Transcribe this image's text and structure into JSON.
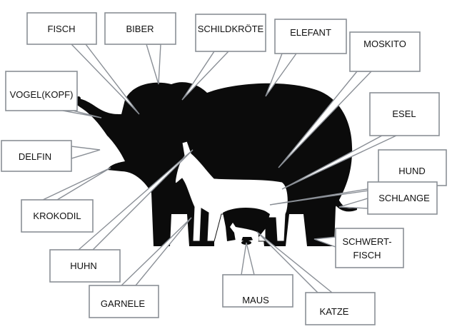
{
  "labels": {
    "fisch": "FISCH",
    "biber": "BIBER",
    "schildkroete": "SCHILDKRÖTE",
    "elefant": "ELEFANT",
    "moskito": "MOSKITO",
    "vogel": "VOGEL(KOPF)",
    "esel": "ESEL",
    "hund": "HUND",
    "delfin": "DELFIN",
    "schlange": "SCHLANGE",
    "krokodil": "KROKODIL",
    "huhn": "HUHN",
    "schwertfisch_1": "SCHWERT-",
    "schwertfisch_2": "FISCH",
    "garnele": "GARNELE",
    "maus": "MAUS",
    "katze": "KATZE"
  }
}
